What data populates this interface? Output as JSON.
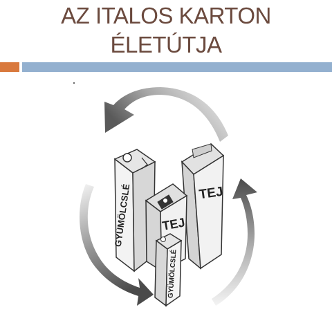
{
  "title": {
    "line1": "AZ ITALOS KARTON",
    "line2": "ÉLETÚTJA"
  },
  "cartons": {
    "tall_left_label": "GYÜMÖLCSLÉ",
    "middle_label": "TEJ",
    "tall_right_label": "TEJ",
    "small_front_label": "GYÜMÖLCSLÉ"
  },
  "colors": {
    "title": "#6b4a3e",
    "accent_orange": "#d9793d",
    "accent_blue": "#93b0cf"
  },
  "icons": [
    "recycle-arrow-icon",
    "carton-icon"
  ]
}
